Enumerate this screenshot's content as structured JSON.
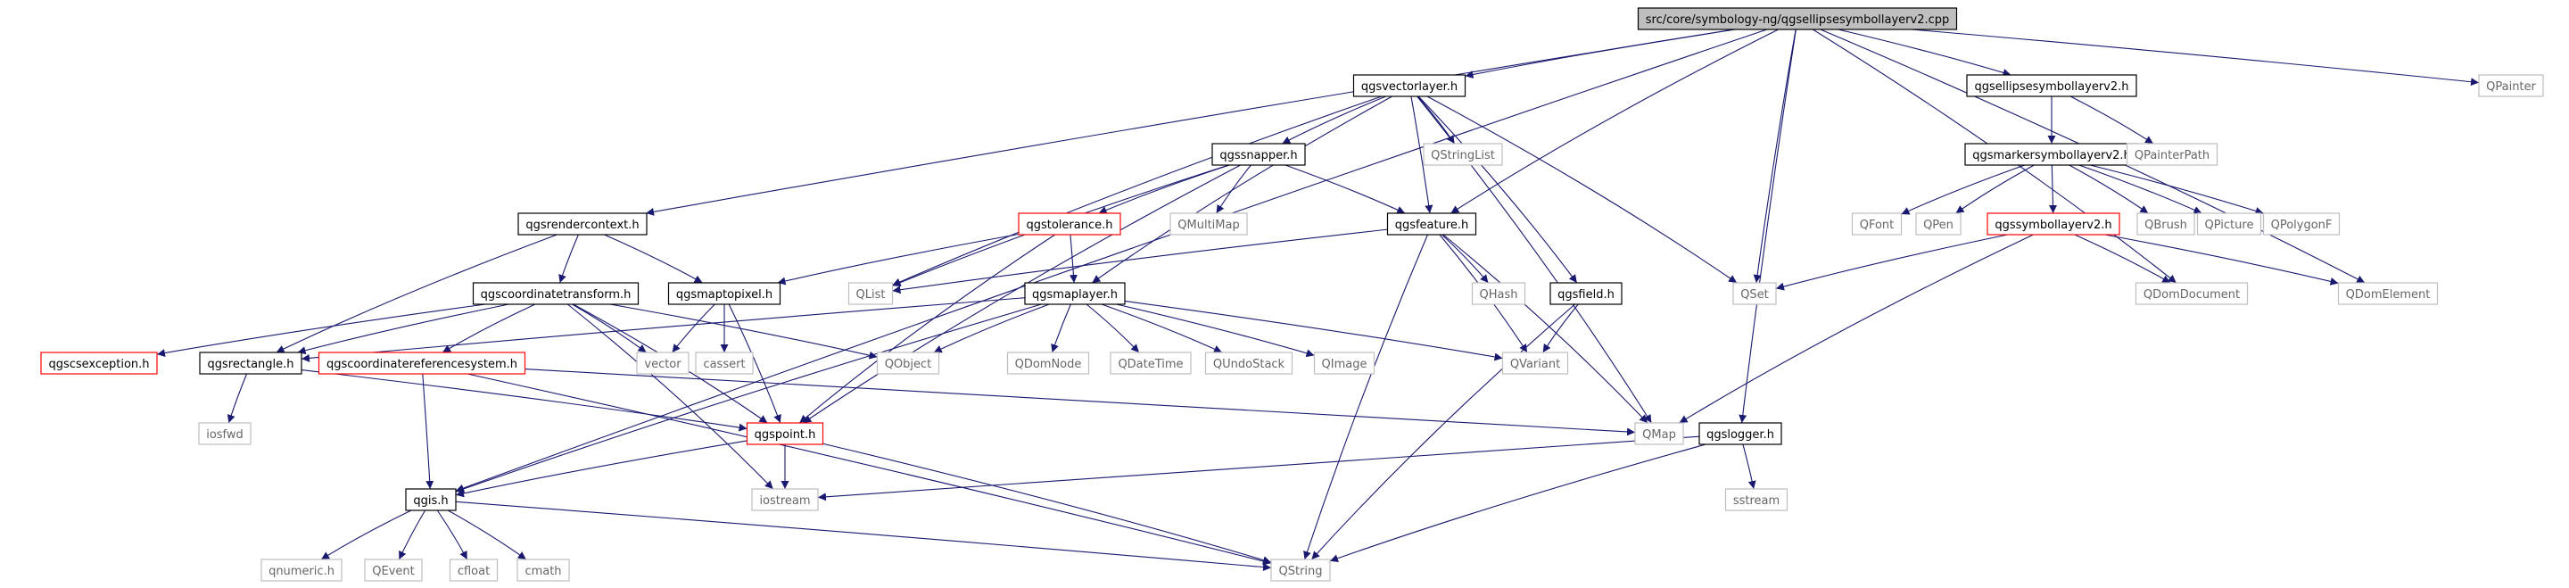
{
  "graph": {
    "nodes": [
      {
        "id": "root",
        "label": "src/core/symbology-ng/qgsellipsesymbollayerv2.cpp",
        "style": "root"
      },
      {
        "id": "qgsvectorlayer",
        "label": "qgsvectorlayer.h",
        "style": "doc"
      },
      {
        "id": "qgsellipsesymbollayerv2",
        "label": "qgsellipsesymbollayerv2.h",
        "style": "doc"
      },
      {
        "id": "qpainter",
        "label": "QPainter",
        "style": "ext"
      },
      {
        "id": "qgsmarkersymbollayerv2",
        "label": "qgsmarkersymbollayerv2.h",
        "style": "doc"
      },
      {
        "id": "qpainterpath",
        "label": "QPainterPath",
        "style": "ext"
      },
      {
        "id": "qgssnapper",
        "label": "qgssnapper.h",
        "style": "doc"
      },
      {
        "id": "qstringlist",
        "label": "QStringList",
        "style": "ext"
      },
      {
        "id": "qgsrendercontext",
        "label": "qgsrendercontext.h",
        "style": "doc"
      },
      {
        "id": "qgstolerance",
        "label": "qgstolerance.h",
        "style": "trunc"
      },
      {
        "id": "qmultimap",
        "label": "QMultiMap",
        "style": "ext"
      },
      {
        "id": "qgsfeature",
        "label": "qgsfeature.h",
        "style": "doc"
      },
      {
        "id": "qgssymbollayerv2",
        "label": "qgssymbollayerv2.h",
        "style": "trunc"
      },
      {
        "id": "qfont",
        "label": "QFont",
        "style": "ext"
      },
      {
        "id": "qpen",
        "label": "QPen",
        "style": "ext"
      },
      {
        "id": "qbrush",
        "label": "QBrush",
        "style": "ext"
      },
      {
        "id": "qpicture",
        "label": "QPicture",
        "style": "ext"
      },
      {
        "id": "qpolygonf",
        "label": "QPolygonF",
        "style": "ext"
      },
      {
        "id": "qgscoordinatetransform",
        "label": "qgscoordinatetransform.h",
        "style": "doc"
      },
      {
        "id": "qgsmaptopixel",
        "label": "qgsmaptopixel.h",
        "style": "doc"
      },
      {
        "id": "qgsmaplayer",
        "label": "qgsmaplayer.h",
        "style": "doc"
      },
      {
        "id": "qlist",
        "label": "QList",
        "style": "ext"
      },
      {
        "id": "qhash",
        "label": "QHash",
        "style": "ext"
      },
      {
        "id": "qgsfield",
        "label": "qgsfield.h",
        "style": "doc"
      },
      {
        "id": "qset",
        "label": "QSet",
        "style": "ext"
      },
      {
        "id": "qdomdocument",
        "label": "QDomDocument",
        "style": "ext"
      },
      {
        "id": "qdomelement",
        "label": "QDomElement",
        "style": "ext"
      },
      {
        "id": "qgscsexception",
        "label": "qgscsexception.h",
        "style": "trunc"
      },
      {
        "id": "qgsrectangle",
        "label": "qgsrectangle.h",
        "style": "doc"
      },
      {
        "id": "qgscoordinatereferencesystem",
        "label": "qgscoordinatereferencesystem.h",
        "style": "trunc"
      },
      {
        "id": "vector",
        "label": "vector",
        "style": "ext"
      },
      {
        "id": "cassert",
        "label": "cassert",
        "style": "ext"
      },
      {
        "id": "qobject",
        "label": "QObject",
        "style": "ext"
      },
      {
        "id": "qdomnode",
        "label": "QDomNode",
        "style": "ext"
      },
      {
        "id": "qdatetime",
        "label": "QDateTime",
        "style": "ext"
      },
      {
        "id": "qundostack",
        "label": "QUndoStack",
        "style": "ext"
      },
      {
        "id": "qimage",
        "label": "QImage",
        "style": "ext"
      },
      {
        "id": "qvariant",
        "label": "QVariant",
        "style": "ext"
      },
      {
        "id": "iosfwd",
        "label": "iosfwd",
        "style": "ext"
      },
      {
        "id": "qgspoint",
        "label": "qgspoint.h",
        "style": "trunc"
      },
      {
        "id": "qmap",
        "label": "QMap",
        "style": "ext"
      },
      {
        "id": "qgslogger",
        "label": "qgslogger.h",
        "style": "doc"
      },
      {
        "id": "sstream",
        "label": "sstream",
        "style": "ext"
      },
      {
        "id": "iostream",
        "label": "iostream",
        "style": "ext"
      },
      {
        "id": "qgis",
        "label": "qgis.h",
        "style": "doc"
      },
      {
        "id": "qnumeric",
        "label": "qnumeric.h",
        "style": "ext"
      },
      {
        "id": "qevent",
        "label": "QEvent",
        "style": "ext"
      },
      {
        "id": "cfloat",
        "label": "cfloat",
        "style": "ext"
      },
      {
        "id": "cmath",
        "label": "cmath",
        "style": "ext"
      },
      {
        "id": "qstring",
        "label": "QString",
        "style": "ext"
      }
    ],
    "edges": [
      [
        "root",
        "qgsvectorlayer"
      ],
      [
        "root",
        "qgsellipsesymbollayerv2"
      ],
      [
        "root",
        "qpainter"
      ],
      [
        "root",
        "qgsrendercontext"
      ],
      [
        "root",
        "qgsfeature"
      ],
      [
        "root",
        "qset"
      ],
      [
        "root",
        "qdomdocument"
      ],
      [
        "root",
        "qdomelement"
      ],
      [
        "root",
        "qgslogger"
      ],
      [
        "root",
        "qgis"
      ],
      [
        "qgsvectorlayer",
        "qgssnapper"
      ],
      [
        "qgsvectorlayer",
        "qstringlist"
      ],
      [
        "qgsvectorlayer",
        "qgsfeature"
      ],
      [
        "qgsvectorlayer",
        "qgsfield"
      ],
      [
        "qgsvectorlayer",
        "qlist"
      ],
      [
        "qgsvectorlayer",
        "qset"
      ],
      [
        "qgsvectorlayer",
        "qmap"
      ],
      [
        "qgsvectorlayer",
        "qgsmaplayer"
      ],
      [
        "qgsellipsesymbollayerv2",
        "qgsmarkersymbollayerv2"
      ],
      [
        "qgsellipsesymbollayerv2",
        "qpainterpath"
      ],
      [
        "qgsmarkersymbollayerv2",
        "qgssymbollayerv2"
      ],
      [
        "qgsmarkersymbollayerv2",
        "qfont"
      ],
      [
        "qgsmarkersymbollayerv2",
        "qpen"
      ],
      [
        "qgsmarkersymbollayerv2",
        "qbrush"
      ],
      [
        "qgsmarkersymbollayerv2",
        "qpicture"
      ],
      [
        "qgsmarkersymbollayerv2",
        "qpolygonf"
      ],
      [
        "qgssymbollayerv2",
        "qset"
      ],
      [
        "qgssymbollayerv2",
        "qdomdocument"
      ],
      [
        "qgssymbollayerv2",
        "qdomelement"
      ],
      [
        "qgssymbollayerv2",
        "qmap"
      ],
      [
        "qgssnapper",
        "qgstolerance"
      ],
      [
        "qgssnapper",
        "qmultimap"
      ],
      [
        "qgssnapper",
        "qgsfeature"
      ],
      [
        "qgssnapper",
        "qlist"
      ],
      [
        "qgssnapper",
        "qgspoint"
      ],
      [
        "qgsrendercontext",
        "qgscoordinatetransform"
      ],
      [
        "qgsrendercontext",
        "qgsmaptopixel"
      ],
      [
        "qgsrendercontext",
        "qgsrectangle"
      ],
      [
        "qgstolerance",
        "qgsmaplayer"
      ],
      [
        "qgstolerance",
        "qgsmaptopixel"
      ],
      [
        "qgstolerance",
        "qgspoint"
      ],
      [
        "qgsfeature",
        "qlist"
      ],
      [
        "qgsfeature",
        "qhash"
      ],
      [
        "qgsfeature",
        "qvariant"
      ],
      [
        "qgsfeature",
        "qmap"
      ],
      [
        "qgsfeature",
        "qstring"
      ],
      [
        "qgsfield",
        "qvariant"
      ],
      [
        "qgsfield",
        "qstring"
      ],
      [
        "qgscoordinatetransform",
        "qgscsexception"
      ],
      [
        "qgscoordinatetransform",
        "qgsrectangle"
      ],
      [
        "qgscoordinatetransform",
        "qgscoordinatereferencesystem"
      ],
      [
        "qgscoordinatetransform",
        "vector"
      ],
      [
        "qgscoordinatetransform",
        "qobject"
      ],
      [
        "qgscoordinatetransform",
        "qgspoint"
      ],
      [
        "qgscoordinatetransform",
        "iostream"
      ],
      [
        "qgsmaptopixel",
        "vector"
      ],
      [
        "qgsmaptopixel",
        "cassert"
      ],
      [
        "qgsmaptopixel",
        "qgspoint"
      ],
      [
        "qgsmaplayer",
        "qgsrectangle"
      ],
      [
        "qgsmaplayer",
        "qobject"
      ],
      [
        "qgsmaplayer",
        "qdomnode"
      ],
      [
        "qgsmaplayer",
        "qdatetime"
      ],
      [
        "qgsmaplayer",
        "qundostack"
      ],
      [
        "qgsmaplayer",
        "qimage"
      ],
      [
        "qgsmaplayer",
        "qvariant"
      ],
      [
        "qgsmaplayer",
        "qgis"
      ],
      [
        "qgsrectangle",
        "iosfwd"
      ],
      [
        "qgsrectangle",
        "qgspoint"
      ],
      [
        "qgscoordinatereferencesystem",
        "qmap"
      ],
      [
        "qgscoordinatereferencesystem",
        "qgis"
      ],
      [
        "qgscoordinatereferencesystem",
        "qstring"
      ],
      [
        "qgspoint",
        "qgis"
      ],
      [
        "qgspoint",
        "iostream"
      ],
      [
        "qgspoint",
        "qstring"
      ],
      [
        "qgslogger",
        "iostream"
      ],
      [
        "qgslogger",
        "sstream"
      ],
      [
        "qgslogger",
        "qstring"
      ],
      [
        "qgis",
        "qnumeric"
      ],
      [
        "qgis",
        "qevent"
      ],
      [
        "qgis",
        "cfloat"
      ],
      [
        "qgis",
        "cmath"
      ],
      [
        "qgis",
        "qstring"
      ]
    ]
  },
  "colors": {
    "edge": "#191970",
    "doc_border": "#000000",
    "ext_border": "#bfbfbf",
    "trunc_border": "#ff0000",
    "root_fill": "#bfbfbf",
    "text": "#000000",
    "ext_text": "#666666"
  }
}
